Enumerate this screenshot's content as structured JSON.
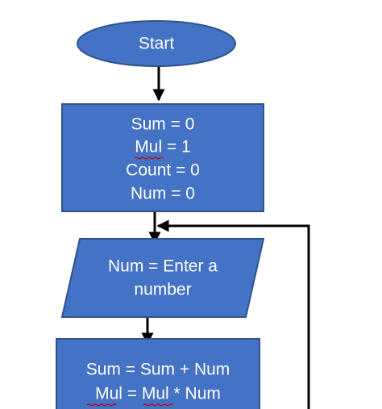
{
  "colors": {
    "node_fill": "#4472C4",
    "node_stroke": "#2F528F",
    "text": "#FFFFFF",
    "arrow": "#000000",
    "spellcheck": "#C00000"
  },
  "nodes": {
    "start": {
      "shape": "ellipse",
      "lines": [
        "Start"
      ]
    },
    "init": {
      "shape": "rectangle",
      "lines": [
        "Sum = 0",
        "Mul = 1",
        "Count = 0",
        "Num = 0"
      ]
    },
    "input": {
      "shape": "parallelogram",
      "lines": [
        "Num = Enter a",
        "number"
      ]
    },
    "process": {
      "shape": "rectangle",
      "lines": [
        "Sum = Sum + Num",
        "Mul = Mul * Num"
      ]
    }
  },
  "edges": [
    {
      "from": "start",
      "to": "init"
    },
    {
      "from": "init",
      "to": "input"
    },
    {
      "from": "input",
      "to": "process"
    },
    {
      "from": "process",
      "to": "input",
      "type": "loop-back"
    }
  ]
}
